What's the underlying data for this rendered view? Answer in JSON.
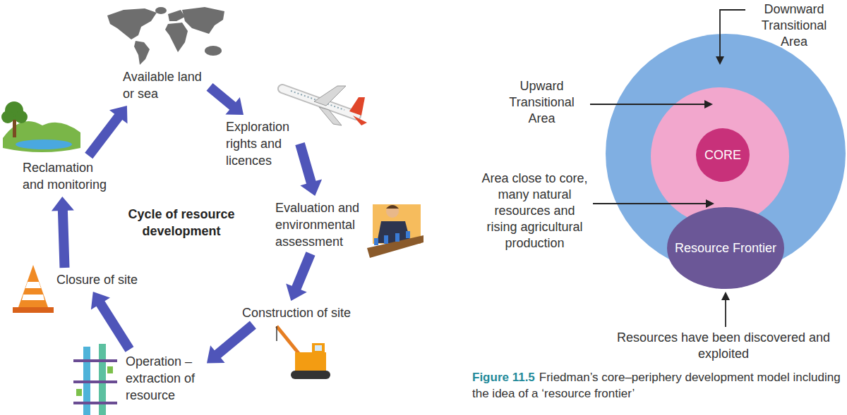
{
  "diagram": {
    "title": "Cycle of resource development",
    "caption": "Friedman’s core–periphery development model including the idea of a ‘resource frontier’",
    "nodes": [
      {
        "text": [
          "Available land or sea"
        ]
      },
      {
        "text": [
          "Exploration rights and licences"
        ]
      },
      {
        "text": [
          "Evaluation and environmental assessment"
        ]
      },
      {
        "text": [
          "Construction of site"
        ]
      },
      {
        "text": [
          "Operation – extraction of resource"
        ]
      },
      {
        "text": [
          "Closure of site"
        ]
      },
      {
        "text": [
          "Reclamation and monitoring"
        ]
      },
      {
        "text": [
          "CORE"
        ]
      },
      {
        "text": [
          "Resource Frontier"
        ]
      }
    ],
    "edges": [
      {
        "from": 0,
        "to": 1,
        "arrow": "to"
      },
      {
        "from": 1,
        "to": 2,
        "arrow": "to"
      },
      {
        "from": 2,
        "to": 3,
        "arrow": "to"
      },
      {
        "from": 3,
        "to": 4,
        "arrow": "to"
      },
      {
        "from": 4,
        "to": 5,
        "arrow": "to"
      },
      {
        "from": 5,
        "to": 6,
        "arrow": "to"
      },
      {
        "from": 6,
        "to": 0,
        "arrow": "to"
      }
    ],
    "labels": [
      "Figure 11.5",
      "Downward Transitional Area",
      "Upward Transitional Area",
      "Area close to core, many natural resources and rising agricultural production",
      "Resources have been discovered and exploited"
    ]
  }
}
